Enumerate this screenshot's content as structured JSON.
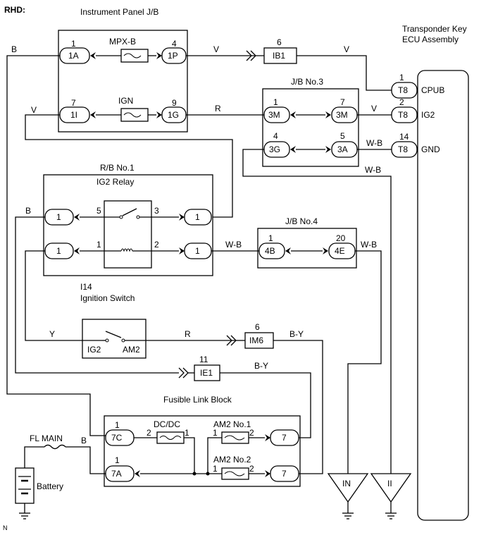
{
  "header": {
    "rhd": "RHD:",
    "corner_mark": "N"
  },
  "instrument_panel": {
    "title": "Instrument Panel J/B",
    "fuse1": "MPX-B",
    "fuse2": "IGN",
    "pins": {
      "p1": "1",
      "p4": "4",
      "p7": "7",
      "p9": "9"
    },
    "conns": {
      "c1A": "1A",
      "c1P": "1P",
      "c1I": "1I",
      "c1G": "1G"
    }
  },
  "ib1": {
    "pin": "6",
    "label": "IB1"
  },
  "ecu": {
    "title_line1": "Transponder Key",
    "title_line2": "ECU Assembly",
    "terminals": [
      {
        "pin": "1",
        "conn": "T8",
        "name": "CPUB"
      },
      {
        "pin": "2",
        "conn": "T8",
        "name": "IG2"
      },
      {
        "pin": "14",
        "conn": "T8",
        "name": "GND"
      }
    ]
  },
  "jb3": {
    "title": "J/B No.3",
    "pins": {
      "a": "1",
      "b": "7",
      "c": "4",
      "d": "5"
    },
    "conns": {
      "a": "3M",
      "b": "3M",
      "c": "3G",
      "d": "3A"
    }
  },
  "rb1": {
    "title": "R/B No.1",
    "relay": "IG2 Relay",
    "pins": {
      "p5": "5",
      "p3": "3",
      "p1": "1",
      "p2": "2"
    },
    "conns": {
      "l1": "1",
      "l2": "1",
      "r1": "1",
      "r2": "1"
    }
  },
  "jb4": {
    "title": "J/B No.4",
    "pins": {
      "a": "1",
      "b": "20"
    },
    "conns": {
      "a": "4B",
      "b": "4E"
    }
  },
  "ignition": {
    "code": "I14",
    "name": "Ignition Switch",
    "t1": "IG2",
    "t2": "AM2"
  },
  "im6": {
    "pin": "6",
    "label": "IM6"
  },
  "ie1": {
    "pin": "11",
    "label": "IE1"
  },
  "fusible": {
    "title": "Fusible Link Block",
    "dcdc": "DC/DC",
    "am2_1": "AM2 No.1",
    "am2_2": "AM2 No.2",
    "conns": {
      "c7c": "7C",
      "c7a": "7A",
      "r1": "7",
      "r2": "7"
    },
    "pins": {
      "p1a": "1",
      "p1b": "1",
      "dc2": "2",
      "dc1": "1",
      "am1_1": "1",
      "am1_2": "2",
      "am2_1": "1",
      "am2_2": "2"
    }
  },
  "fl_main": "FL MAIN",
  "battery": "Battery",
  "grounds": {
    "g1": "IN",
    "g2": "II"
  },
  "wires": {
    "B": "B",
    "V": "V",
    "R": "R",
    "WB": "W-B",
    "Y": "Y",
    "BY": "B-Y"
  }
}
